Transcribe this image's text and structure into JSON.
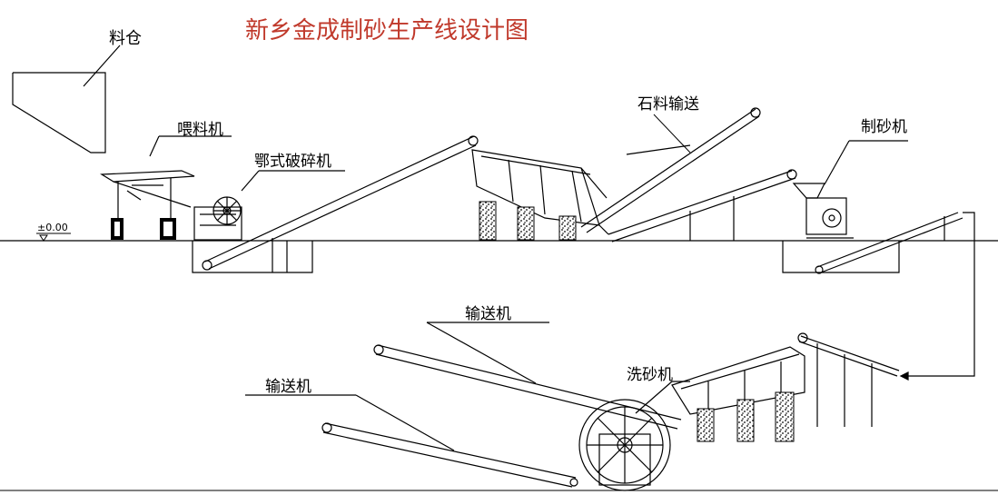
{
  "title": "新乡金成制砂生产线设计图",
  "labels": {
    "silo": "料仓",
    "feeder": "喂料机",
    "jaw_crusher": "鄂式破碎机",
    "stone_conveyor": "石料输送",
    "sand_maker": "制砂机",
    "conveyor_upper": "输送机",
    "conveyor_lower": "输送机",
    "sand_washer": "洗砂机",
    "ground_level": "±0.00"
  },
  "colors": {
    "title": "#c0392b",
    "line": "#000000",
    "background": "#ffffff"
  }
}
